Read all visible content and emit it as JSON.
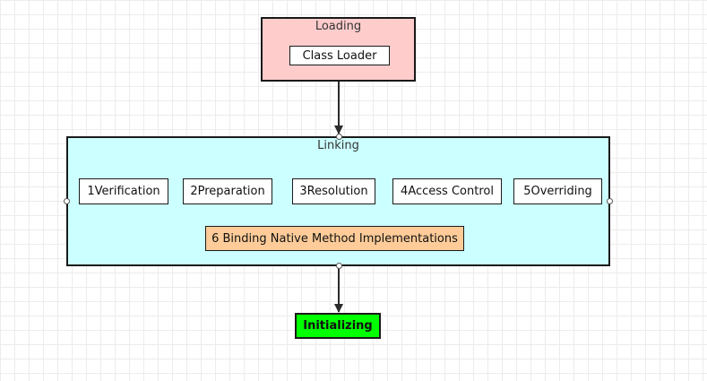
{
  "diagram": {
    "loading": {
      "title": "Loading",
      "class_loader": "Class Loader",
      "fill": "#ffcccc"
    },
    "linking": {
      "title": "Linking",
      "fill": "#ccffff",
      "steps": [
        "1Verification",
        "2Preparation",
        "3Resolution",
        "4Access Control",
        "5Overriding"
      ],
      "binding": "6 Binding Native Method Implementations",
      "binding_fill": "#ffcc99"
    },
    "initializing": {
      "label": "Initializing",
      "fill": "#00ff00"
    }
  }
}
